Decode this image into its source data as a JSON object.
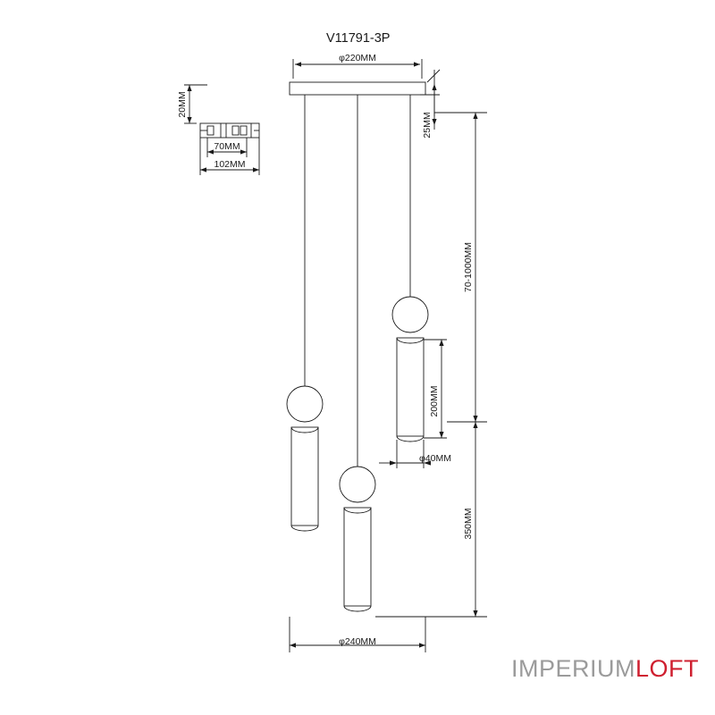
{
  "title": "V11791-3P",
  "watermark": {
    "part_one": "IMPERIUM",
    "part_two": "LOFT",
    "color_one": "#9b9b9b",
    "color_two": "#cf2030"
  },
  "colors": {
    "line": "#1a1a1a",
    "background": "#ffffff"
  },
  "dimensions": {
    "canopy_diameter": "φ220MM",
    "bracket_height": "20MM",
    "bracket_width": "70MM",
    "bracket_overall": "102MM",
    "canopy_thickness": "25MM",
    "drop_range": "70-1000MM",
    "shade_length": "200MM",
    "shade_diameter": "φ40MM",
    "lower_span": "350MM",
    "spread_diameter": "φ240MM"
  },
  "chart_data": {
    "type": "table",
    "title": "V11791-3P",
    "categories": [
      "φ220MM",
      "20MM",
      "70MM",
      "102MM",
      "25MM",
      "70-1000MM",
      "200MM",
      "φ40MM",
      "350MM",
      "φ240MM"
    ],
    "values": [
      220,
      20,
      70,
      102,
      25,
      1000,
      200,
      40,
      350,
      240
    ]
  }
}
